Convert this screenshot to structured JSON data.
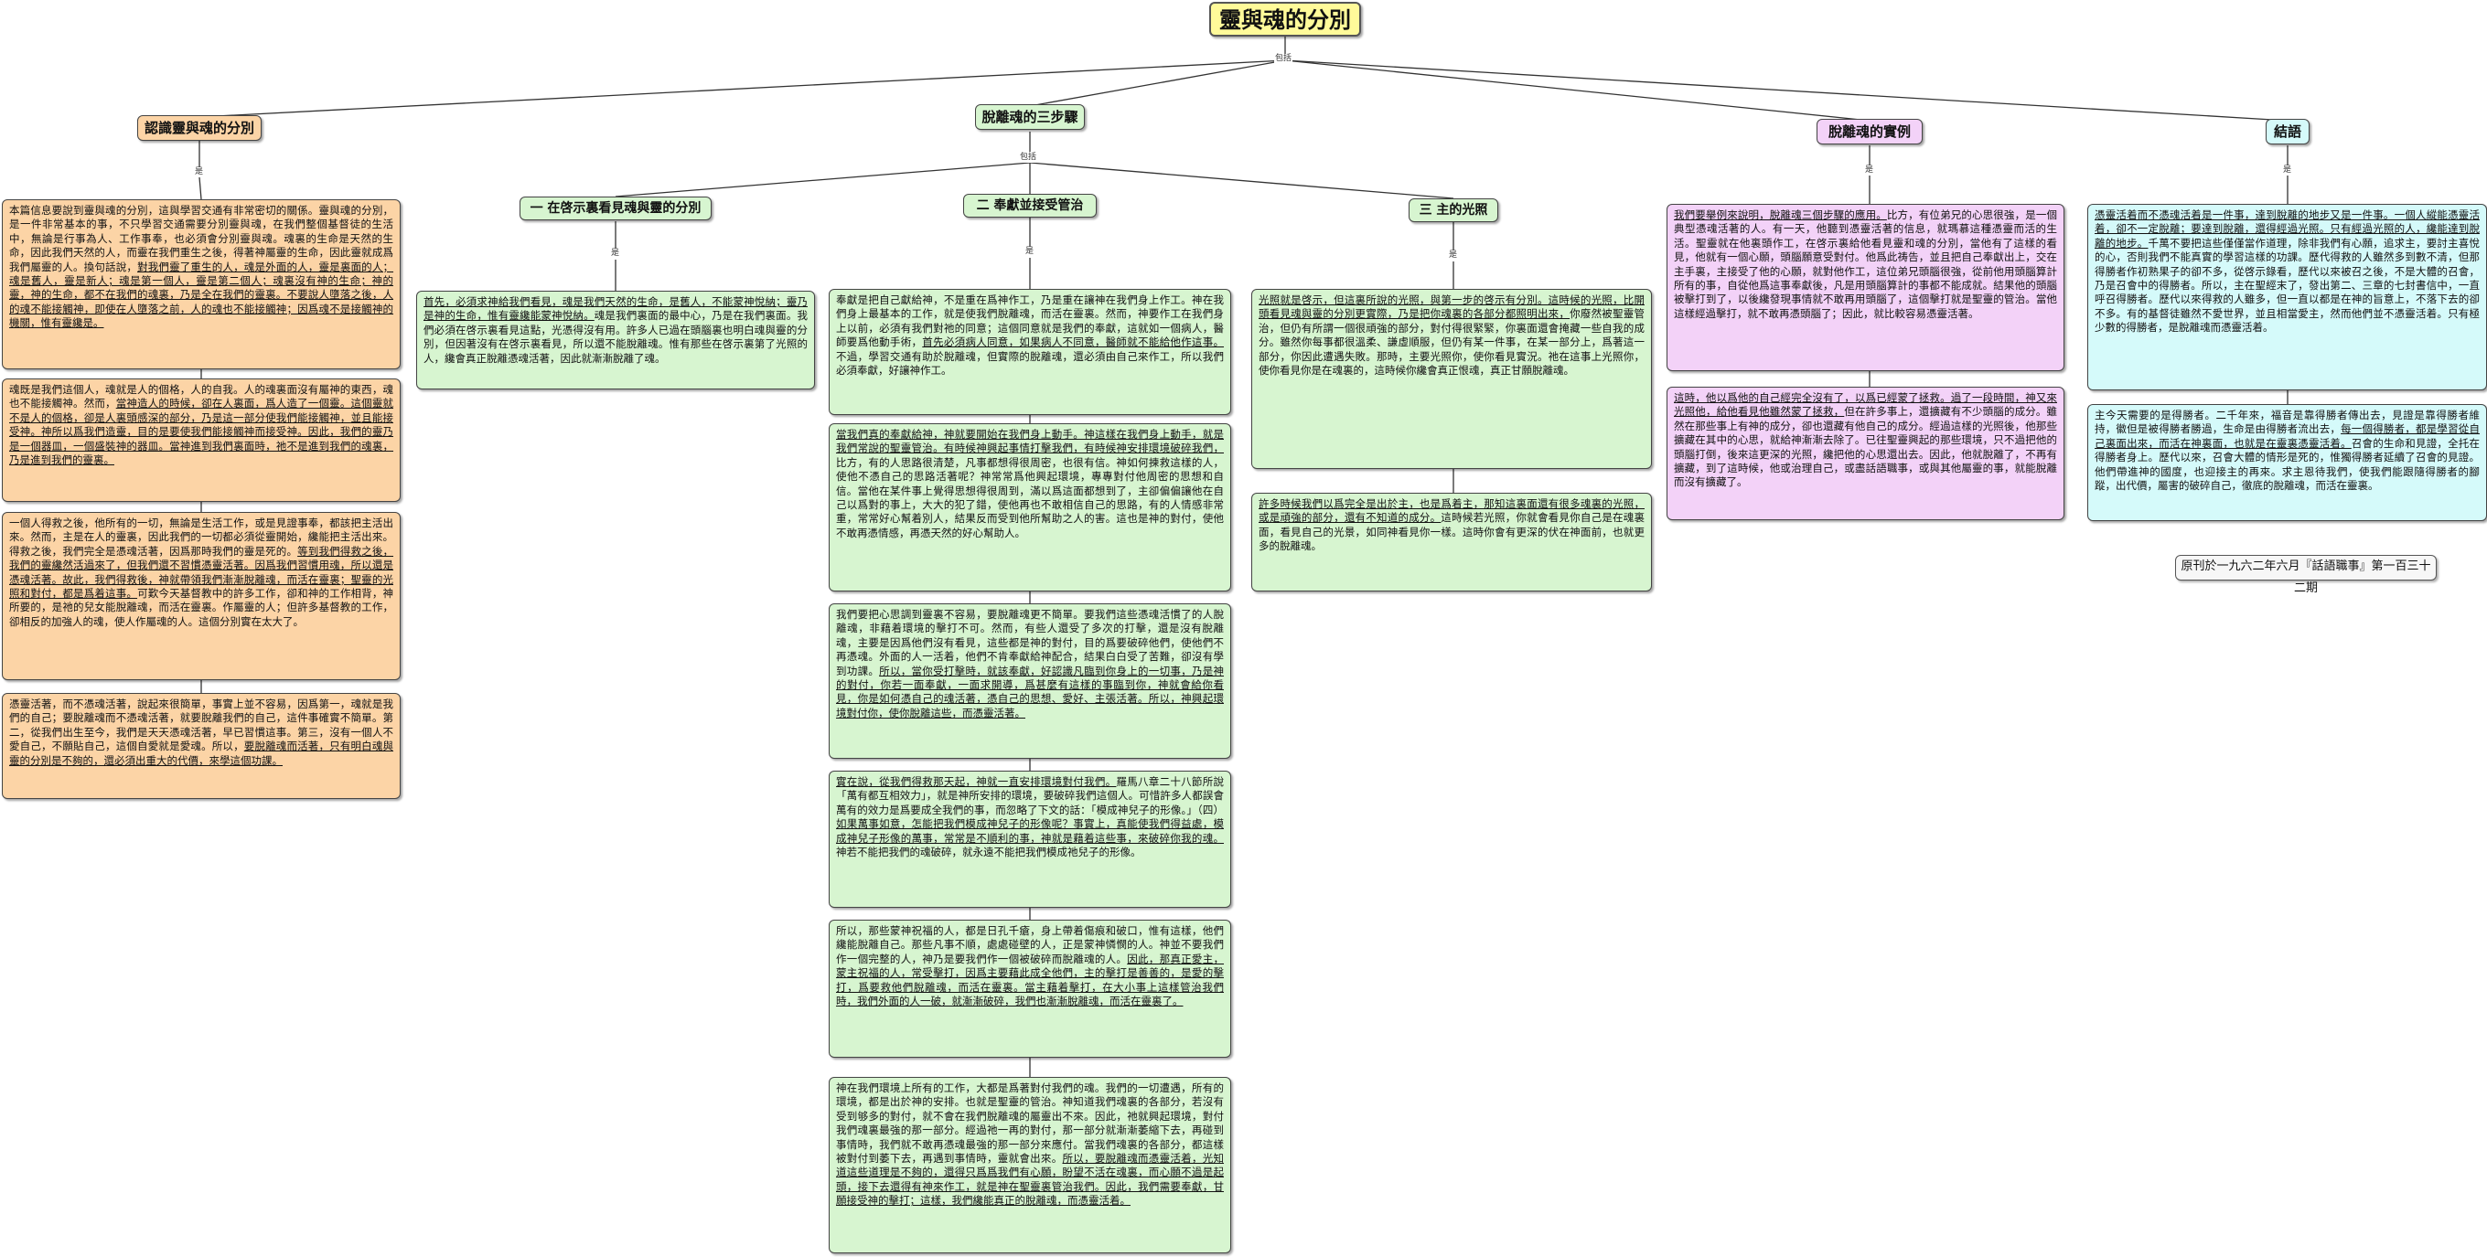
{
  "map": {
    "title": "靈與魂的分別",
    "root_link": "包括",
    "branches": [
      {
        "label": "認識靈與魂的分別",
        "link": "是"
      },
      {
        "label": "脫離魂的三步驟",
        "link": "包括"
      },
      {
        "label": "脫離魂的實例",
        "link": "是"
      },
      {
        "label": "結語",
        "link": "是"
      }
    ],
    "steps": [
      {
        "label": "一 在啓示裏看見魂與靈的分別",
        "link": "是"
      },
      {
        "label": "二 奉獻並接受管治",
        "link": "是"
      },
      {
        "label": "三 主的光照",
        "link": "是"
      }
    ],
    "source_note": "原刊於一九六二年六月『話語職事』第一百三十二期"
  },
  "texts": {
    "o1": [
      {
        "t": "本篇信息要說到靈與魂的分別，這與學習交通有非常密切的關係。靈與魂的分別，是一件非常基本的事，不只學習交通需要分別靈與魂，在我們整個基督徒的生活中，無論是行事為人、工作事奉，也必須會分別靈與魂。魂裏的生命是天然的生命，因此我們天然的人，而靈在我們重生之後，得著神屬靈的生命，因此靈就成爲我們屬靈的人。換句話說，"
      },
      {
        "t": "對我們靈了重生的人，魂是外面的人，靈是裏面的人；魂是舊人，靈是新人；魂是第一個人，靈是第二個人；魂裏沒有神的生命；神的靈，神的生命，都不在我們的魂裏，乃是全在我們的靈裏。不要說人墮落之後，人的魂不能接觸神，即使在人墮落之前，人的魂也不能接觸神；因爲魂不是接觸神的機關，惟有靈纔是。",
        "u": true
      }
    ],
    "o2": [
      {
        "t": "魂既是我們這個人，魂就是人的個格，人的自我。人的魂裏面沒有屬神的東西，魂也不能接觸神。然而，"
      },
      {
        "t": "當神造人的時候，卻在人裏面，爲人造了一個靈。這個靈就不是人的個格，卻是人裏頭感深的部分，乃是這一部分使我們能接觸神，並且能接受神。神所以爲我們造靈，目的是要使我們能接觸神而接受神。因此，我們的靈乃是一個器皿，一個盛裝神的器皿。當神進到我們裏面時，祂不是進到我們的魂裏，乃是進到我們的靈裏。",
        "u": true
      }
    ],
    "o3": [
      {
        "t": "一個人得救之後，他所有的一切，無論是生活工作，或是見證事奉，都該把主活出來。然而，主是在人的靈裏，因此我們的一切都必須從靈開始，纔能把主活出來。得救之後，我們完全是憑魂活著，因爲那時我們的靈是死的。"
      },
      {
        "t": "等到我們得救之後，我們的靈纔然活過來了，但我們還不習慣憑靈活著。因爲我們習慣用魂，所以還是憑魂活著。故此，我們得救後，神就帶領我們漸漸脫離魂，而活在靈裏；聖靈的光照和對付，都是爲着這事。",
        "u": true
      },
      {
        "t": "可歎今天基督教中的許多工作，卻和神的工作相背，神所要的，是祂的兒女能脫離魂，而活在靈裏。作屬靈的人；但許多基督教的工作，卻相反的加強人的魂，使人作屬魂的人。這個分別實在太大了。"
      }
    ],
    "o4": [
      {
        "t": "憑靈活著，而不憑魂活著，說起來很簡單，事實上並不容易，因爲第一，魂就是我們的自己；要脫離魂而不憑魂活著，就要脫離我們的自己，這件事確實不簡單。第二，從我們出生至今，我們是天天憑魂活著，早已習慣這事。第三，沒有一個人不愛自己，不願貼自己，這個自愛就是愛魂。所以，"
      },
      {
        "t": "要脫離魂而活著，只有明白魂與靈的分別是不夠的，還必須出重大的代價，來學這個功課。",
        "u": true
      }
    ],
    "g1": [
      {
        "t": "首先，必須求神給我們看見，魂是我們天然的生命，是舊人，不能蒙神悅納；靈乃是神的生命，惟有靈纔能蒙神悅納。",
        "u": true
      },
      {
        "t": "魂是我們裏面的最中心，乃是在我們裏面。我們必須在啓示裏看見這點，光憑得沒有用。許多人已過在頭腦裏也明白魂與靈的分別，但因著沒有在啓示裏看見，所以還不能脫離魂。惟有那些在啓示裏第了光照的人，纔會真正脫離憑魂活著，因此就漸漸脫離了魂。"
      }
    ],
    "g2": [
      {
        "t": "奉獻是把自己獻給神，不是重在爲神作工，乃是重在讓神在我們身上作工。神在我們身上最基本的工作，就是使我們脫離魂，而活在靈裏。然而，神要作工在我們身上以前，必須有我們對祂的同意；這個同意就是我們的奉獻，這就如一個病人，醫師要爲他動手術，"
      },
      {
        "t": "首先必須病人同意，如果病人不同意，醫師就不能給他作這事。",
        "u": true
      },
      {
        "t": "不過，學習交通有助於脫離魂，但實際的脫離魂，還必須由自己來作工，所以我們必須奉獻，好讓神作工。"
      }
    ],
    "g3": [
      {
        "t": "當我們真的奉獻給神，神就要開始在我們身上動手。神這樣在我們身上動手，就是我們常說的聖靈管治。有時候神興起事情打擊我們，有時候神安排環境破碎我們，",
        "u": true
      },
      {
        "t": "比方，有的人思路很清楚，凡事都想得很周密，也很有信。神如何揀救這樣的人，使他不憑自己的思路活著呢？神常常爲他興起環境，專專對付他周密的思想和自信。當他在某件事上覺得思想得很周到，滿以爲這面都想到了，主卻偏偏讓他在自己以爲對的事上，大大的犯了錯，使他再也不敢相信自己的思路，有的人情感非常重，常常好心幫着別人，結果反而受到他所幫助之人的害。這也是神的對付，使他不敢再憑情感，再憑天然的好心幫助人。"
      }
    ],
    "g4": [
      {
        "t": "我們要把心思調到靈裏不容易，要脫離魂更不簡單。要我們這些憑魂活慣了的人脫離魂，非藉着環境的擊打不可。然而，有些人還受了多次的打擊，還是沒有脫離魂，主要是因爲他們沒有看見，這些都是神的對付，目的爲要破碎他們，使他們不再憑魂。外面的人一活着，他們不肯奉獻給神配合，結果白白受了苦難，卻沒有學到功課。"
      },
      {
        "t": "所以，當你受打擊時，就該奉獻，好認識凡臨到你身上的一切事，乃是神的對付，你若一面奉獻，一面求開導，爲甚麼有這樣的事臨到你，神就會給你看見，你是如何憑自己的魂活著，憑自己的思想、愛好、主張活著。所以，神興起環境對付你，使你脫離這些，而憑靈活著。",
        "u": true
      }
    ],
    "g5": [
      {
        "t": "實在說，從我們得救那天起，神就一直安排環境對付我們。",
        "u": true
      },
      {
        "t": "羅馬八章二十八節所說「萬有都互相效力」，就是神所安排的環境，要破碎我們這個人。可惜許多人都誤會萬有的效力是爲要成全我們的事，而忽略了下文的話：「模成神兒子的形像。」（四）"
      },
      {
        "t": "如果萬事如意，怎能把我們模成神兒子的形像呢？事實上，真能使我們得益處，模成神兒子形像的萬事，常常是不順利的事，神就是藉着這些事，來破碎你我的魂。",
        "u": true
      },
      {
        "t": "神若不能把我們的魂破碎，就永遠不能把我們模成祂兒子的形像。"
      }
    ],
    "g6": [
      {
        "t": "所以，那些蒙神祝福的人，都是日孔千瘡，身上帶着傷痕和破口，惟有這樣，他們纔能脫離自己。那些凡事不順，處處碰壁的人，正是蒙神憐憫的人。神並不要我們作一個完整的人，神乃是要我們作一個被破碎而脫離魂的人。"
      },
      {
        "t": "因此，那真正愛主，蒙主祝福的人，常受擊打，因爲主要藉此成全他們，主的擊打是善善的，是愛的擊打，爲要救他們脫離魂，而活在靈裏。當主藉着擊打，在大小事上這樣管治我們時，我們外面的人一破，就漸漸破碎，我們也漸漸脫離魂，而活在靈裏了。",
        "u": true
      }
    ],
    "g7": [
      {
        "t": "神在我們環境上所有的工作，大都是爲著對付我們的魂。我們的一切遭遇，所有的環境，都是出於神的安排。也就是聖靈的管治。神知道我們魂裏的各部分，若沒有受到够多的對付，就不會在我們脫離魂的屬靈出不來。因此，祂就興起環境，對付我們魂裏最強的那一部分。經過祂一再的對付，那一部分就漸漸萎縮下去，再碰到事情時，我們就不敢再憑魂最強的那一部分來應付。當我們魂裏的各部分，都這樣被對付到萎下去，再遇到事情時，靈就會出來。"
      },
      {
        "t": "所以，要脫離魂而憑靈活着，光知道這些道理是不夠的，還得只爲爲我們有心願，盼望不活在魂裏，而心願不過是起頭，接下去還得有神來作工，就是神在聖靈裏管治我們。因此，我們需要奉獻，甘願接受神的擊打；這樣，我們纔能真正的脫離魂，而憑靈活着。",
        "u": true
      }
    ],
    "g8": [
      {
        "t": "光照就是啓示，但這裏所說的光照，與第一步的啓示有分別。這時候的光照，比開頭看見魂與靈的分別更實際，乃是把你魂裏的各部分都照明出來，",
        "u": true
      },
      {
        "t": "你廢然被聖靈管治，但仍有所謂一個很頑強的部分，對付得很緊緊，你裏面還會掩藏一些自我的成分。雖然你每事都很溫柔、謙虛順服，但仍有某一件事，在某一部分上，爲著這一部分，你因此遭遇失敗。那時，主要光照你，使你看見實況。祂在這事上光照你，使你看見你是在魂裏的，這時候你纔會真正恨魂，真正甘願脫離魂。"
      }
    ],
    "g9": [
      {
        "t": "許多時候我們以爲完全是出於主，也是爲着主，那知這裏面還有很多魂裏的光照，或是頑強的部分，還有不知道的成分。",
        "u": true
      },
      {
        "t": "這時候若光照，你就會看見你自己是在魂裏面，看見自己的光景，如同神看見你一樣。這時你會有更深的伏在神面前，也就更多的脫離魂。"
      }
    ],
    "p1": [
      {
        "t": "我們要舉例來說明，脫離魂三個步驟的應用。",
        "u": true
      },
      {
        "t": "比方，有位弟兄的心思很強，是一個典型憑魂活著的人。有一天，他聽到憑靈活著的信息，就瑪慕這種憑靈而活的生活。聖靈就在他裏頭作工，在啓示裏給他看見靈和魂的分別，當他有了這樣的看見，他就有一個心願，頭腦願意受對付。他爲此祷告，並且把自己奉獻出上，交在主手裏，主接受了他的心願，就對他作工，這位弟兄頭腦很強，從前他用頭腦算計所有的事，自從他爲這事奉獻後，凡是用頭腦算計的事都不能成就。結果他的頭腦被擊打到了，以後纔發現事情就不敢再用頭腦了，這個擊打就是聖靈的管治。當他這樣經過擊打，就不敢再憑頭腦了；因此，就比較容易憑靈活著。"
      }
    ],
    "p2": [
      {
        "t": "這時，他以爲他的自己經完全沒有了，以爲已經蒙了拯救。過了一段時間，神又來光照他，給他看見他雖然蒙了拯救，",
        "u": true
      },
      {
        "t": "但在許多事上，還擴藏有不少頭腦的成分。雖然在那些事上有神的成分，卻也還藏有他自己的成分。經過這樣的光照後，他那些擴藏在其中的心思，就給神漸漸去除了。已往聖靈興起的那些環境，只不過把他的頭腦打倒，後來這更深的光照，纔把他的心思還出去。因此，他就脫離了，不再有擴藏，到了這時候，他或治理自己，或盡話語職事，或與其他屬靈的事，就能脫離而沒有擴藏了。"
      }
    ],
    "c1": [
      {
        "t": "憑靈活着而不憑魂活着是一件事，達到脫離的地步又是一件事。一個人縱能憑靈活着，卻不一定脫離；要達到脫離，還得經過光照。只有經過光照的人，纔能達到脫離的地步。",
        "u": true
      },
      {
        "t": "千萬不要把這些僅僅當作道理，除非我們有心願，追求主，要討主喜悅的心，否則我們不能真實的學習這樣的功課。歷代得救的人雖然多到數不清，但那得勝者作初熟果子的卻不多，從啓示錄看，歷代以來被召之後，不是大體的召會，乃是召會中的得勝者。所以，主在聖經末了，發出第二、三章的七封書信中，一直呼召得勝者。歷代以來得救的人雖多，但一直以都是在神的旨意上，不落下去的卻不多。有的基督徒雖然不愛世界，並且相當愛主，然而他們並不憑靈活着。只有極少數的得勝者，是脫離魂而憑靈活着。"
      }
    ],
    "c2": [
      {
        "t": "主今天需要的是得勝者。二千年來，福音是靠得勝者傳出去，見證是靠得勝者維持，徽但是被得勝者勝過，生命是由得勝者流出去，"
      },
      {
        "t": "每一個得勝者，都是學習從自己裏面出來，而活在神裏面，也就是在靈裏憑靈活着。",
        "u": true
      },
      {
        "t": "召會的生命和見證，全托在得勝者身上。歷代以來，召會大體的情形是死的，惟獨得勝者延續了召會的見證。他們帶進神的國度，也迎接主的再來。求主恩待我們，使我們能跟隨得勝者的腳蹤，出代價，屬害的破碎自己，徹底的脫離魂，而活在靈裏。"
      }
    ]
  }
}
